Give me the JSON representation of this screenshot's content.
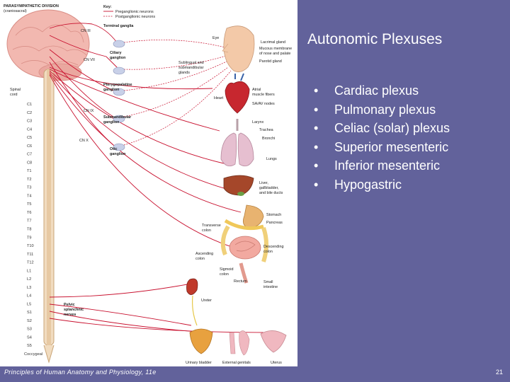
{
  "slide": {
    "title": "Autonomic Plexuses",
    "bullets": [
      "Cardiac plexus",
      "Pulmonary plexus",
      "Celiac (solar) plexus",
      "Superior mesenteric",
      "Inferior mesenteric",
      "Hypogastric"
    ],
    "bullet_char": "•",
    "footer_left": "Principles of Human Anatomy and Physiology, 11e",
    "footer_right": "21"
  },
  "figure": {
    "heading": "PARASYMPATHETIC DIVISION",
    "subheading": "(craniosacral)",
    "key_title": "Key:",
    "key_pre": "Preganglionic neurons",
    "key_post": "Postganglionic neurons",
    "terminal_ganglia": "Terminal ganglia",
    "spinal_cord_1": "Spinal",
    "spinal_cord_2": "cord",
    "cranial_nerves": [
      "CN III",
      "CN VII",
      "CN IX",
      "CN X"
    ],
    "ganglia": {
      "ciliary_1": "Ciliary",
      "ciliary_2": "ganglion",
      "ptery_1": "Pterygopalatine",
      "ptery_2": "ganglion",
      "submand_1": "Submandibular",
      "submand_2": "ganglion",
      "otic_1": "Otic",
      "otic_2": "ganglion"
    },
    "segments": [
      "C1",
      "C2",
      "C3",
      "C4",
      "C5",
      "C6",
      "C7",
      "C8",
      "T1",
      "T2",
      "T3",
      "T4",
      "T5",
      "T6",
      "T7",
      "T8",
      "T9",
      "T10",
      "T11",
      "T12",
      "L1",
      "L2",
      "L3",
      "L4",
      "L5",
      "S1",
      "S2",
      "S3",
      "S4",
      "S5",
      "Coccygeal"
    ],
    "organs": {
      "eye": "Eye",
      "lacrimal": "Lacrimal gland",
      "mucous_1": "Mucous membrane",
      "mucous_2": "of nose and palate",
      "parotid": "Parotid gland",
      "sublingual_1": "Sublingual and",
      "sublingual_2": "submandibular",
      "sublingual_3": "glands",
      "heart": "Heart",
      "atrial_1": "Atrial",
      "atrial_2": "muscle fibers",
      "sa_av": "SA/AV nodes",
      "larynx": "Larynx",
      "trachea": "Trachea",
      "bronchi": "Bronchi",
      "lungs": "Lungs",
      "liver_1": "Liver,",
      "liver_2": "gallbladder,",
      "liver_3": "and bile ducts",
      "stomach": "Stomach",
      "pancreas": "Pancreas",
      "transverse_1": "Transverse",
      "transverse_2": "colon",
      "descending_1": "Descending",
      "descending_2": "colon",
      "ascending_1": "Ascending",
      "ascending_2": "colon",
      "sigmoid_1": "Sigmoid",
      "sigmoid_2": "colon",
      "rectum": "Rectum",
      "small_int_1": "Small",
      "small_int_2": "intestine",
      "ureter": "Ureter",
      "pelvic_1": "Pelvic",
      "pelvic_2": "splanchnic",
      "pelvic_3": "nerves",
      "bladder": "Urinary bladder",
      "genitals": "External genitals",
      "uterus": "Uterus"
    }
  }
}
